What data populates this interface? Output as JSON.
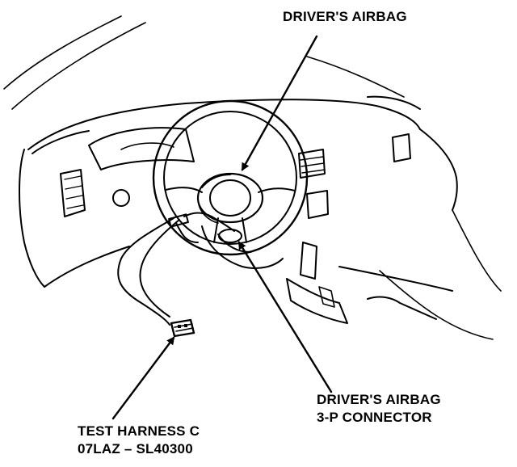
{
  "labels": {
    "drivers_airbag": "DRIVER'S AIRBAG",
    "connector_line1": "DRIVER'S AIRBAG",
    "connector_line2": "3-P CONNECTOR",
    "harness_line1": "TEST HARNESS C",
    "harness_line2": "07LAZ – SL40300"
  },
  "colors": {
    "ink": "#000000",
    "paper": "#ffffff"
  }
}
